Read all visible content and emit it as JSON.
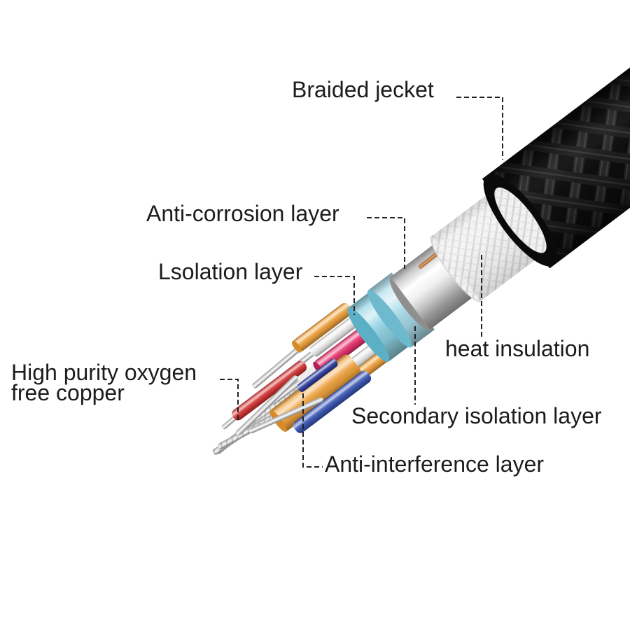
{
  "diagram": {
    "type": "cable-construction-callout",
    "background": "#ffffff",
    "labels": {
      "braided_jacket": "Braided jecket",
      "anti_corrosion": "Anti-corrosion layer",
      "isolation": "Lsolation layer",
      "heat_insulation": "heat insulation",
      "high_purity_copper": {
        "line1": "High purity oxygen",
        "line2": "free copper"
      },
      "secondary_isolation": "Secondary isolation layer",
      "anti_interference": "Anti-interference layer"
    },
    "colors": {
      "label_text": "#1c1c1c",
      "leader_line": "#222222",
      "jacket_black": "#141414",
      "shield_white": "#f2f2f2",
      "tube_silver": "#d9d9d9",
      "copper": "#c08a55",
      "isolation_cyan": "#8ed2e2",
      "secondary_isolation_blue": "#a9dcea",
      "orange": "#f0a23c",
      "orange_dark": "#d88a28",
      "wire_red": "#d43434",
      "wire_blue": "#3a57b5",
      "wire_dark_blue": "#2f3e9e",
      "wire_pink": "#e8336e",
      "pink_dark": "#b51f52",
      "sleeve_white": "#ededed",
      "strand_silver": "#c6c6c6"
    }
  }
}
